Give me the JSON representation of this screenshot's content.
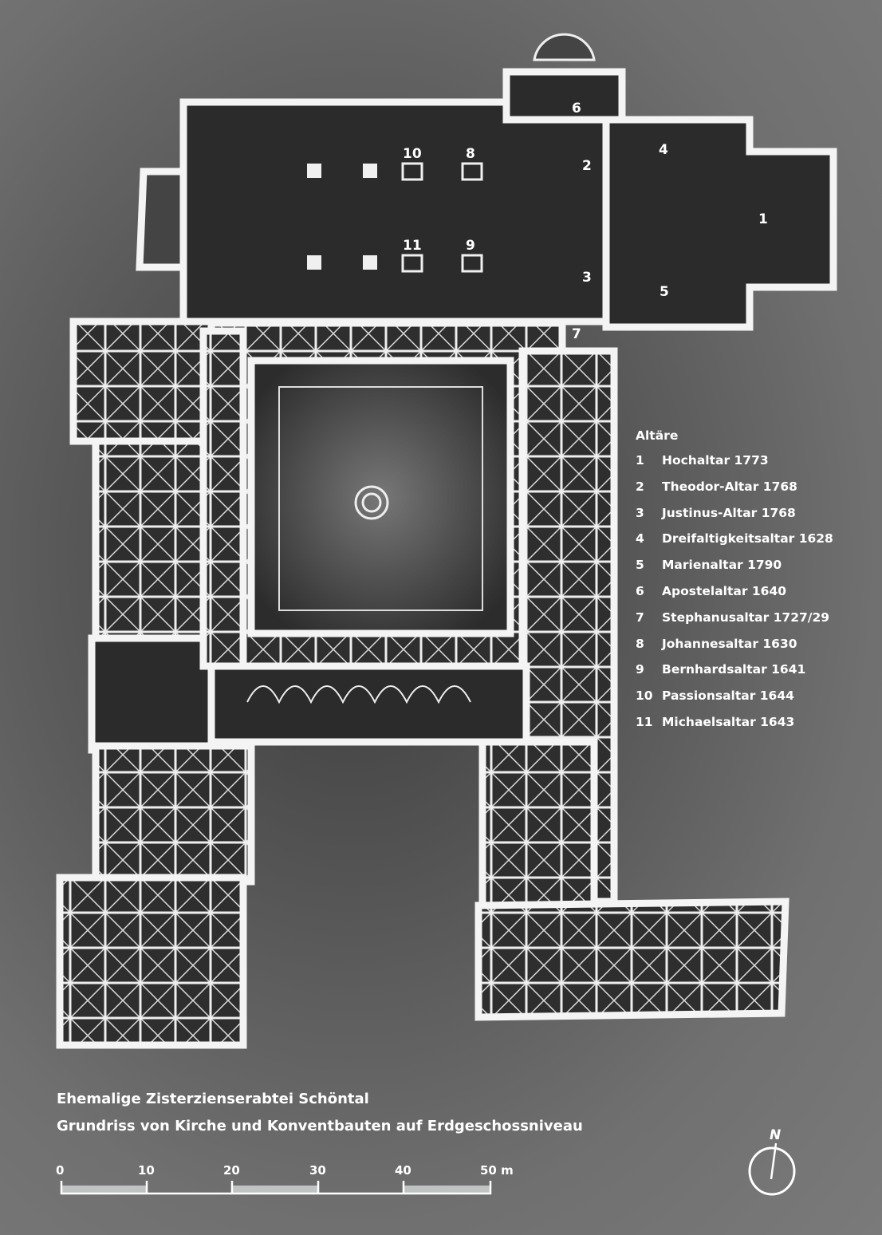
{
  "plan": {
    "altar_markers": [
      "1",
      "2",
      "3",
      "4",
      "5",
      "6",
      "7",
      "8",
      "9",
      "10",
      "11"
    ]
  },
  "legend": {
    "heading": "Altäre",
    "items": [
      {
        "num": "1",
        "label": "Hochaltar 1773"
      },
      {
        "num": "2",
        "label": "Theodor-Altar 1768"
      },
      {
        "num": "3",
        "label": "Justinus-Altar 1768"
      },
      {
        "num": "4",
        "label": "Dreifaltigkeitsaltar 1628"
      },
      {
        "num": "5",
        "label": "Marienaltar 1790"
      },
      {
        "num": "6",
        "label": "Apostelaltar 1640"
      },
      {
        "num": "7",
        "label": "Stephanusaltar 1727/29"
      },
      {
        "num": "8",
        "label": "Johannesaltar 1630"
      },
      {
        "num": "9",
        "label": "Bernhardsaltar 1641"
      },
      {
        "num": "10",
        "label": "Passionsaltar 1644"
      },
      {
        "num": "11",
        "label": "Michaelsaltar 1643"
      }
    ]
  },
  "title": {
    "line1": "Ehemalige Zisterzienserabtei Schöntal",
    "line2": "Grundriss von Kirche und Konventbauten auf Erdgeschossniveau"
  },
  "scale_bar": {
    "ticks": [
      "0",
      "10",
      "20",
      "30",
      "40",
      "50 m"
    ]
  },
  "north_arrow": {
    "label": "N"
  }
}
